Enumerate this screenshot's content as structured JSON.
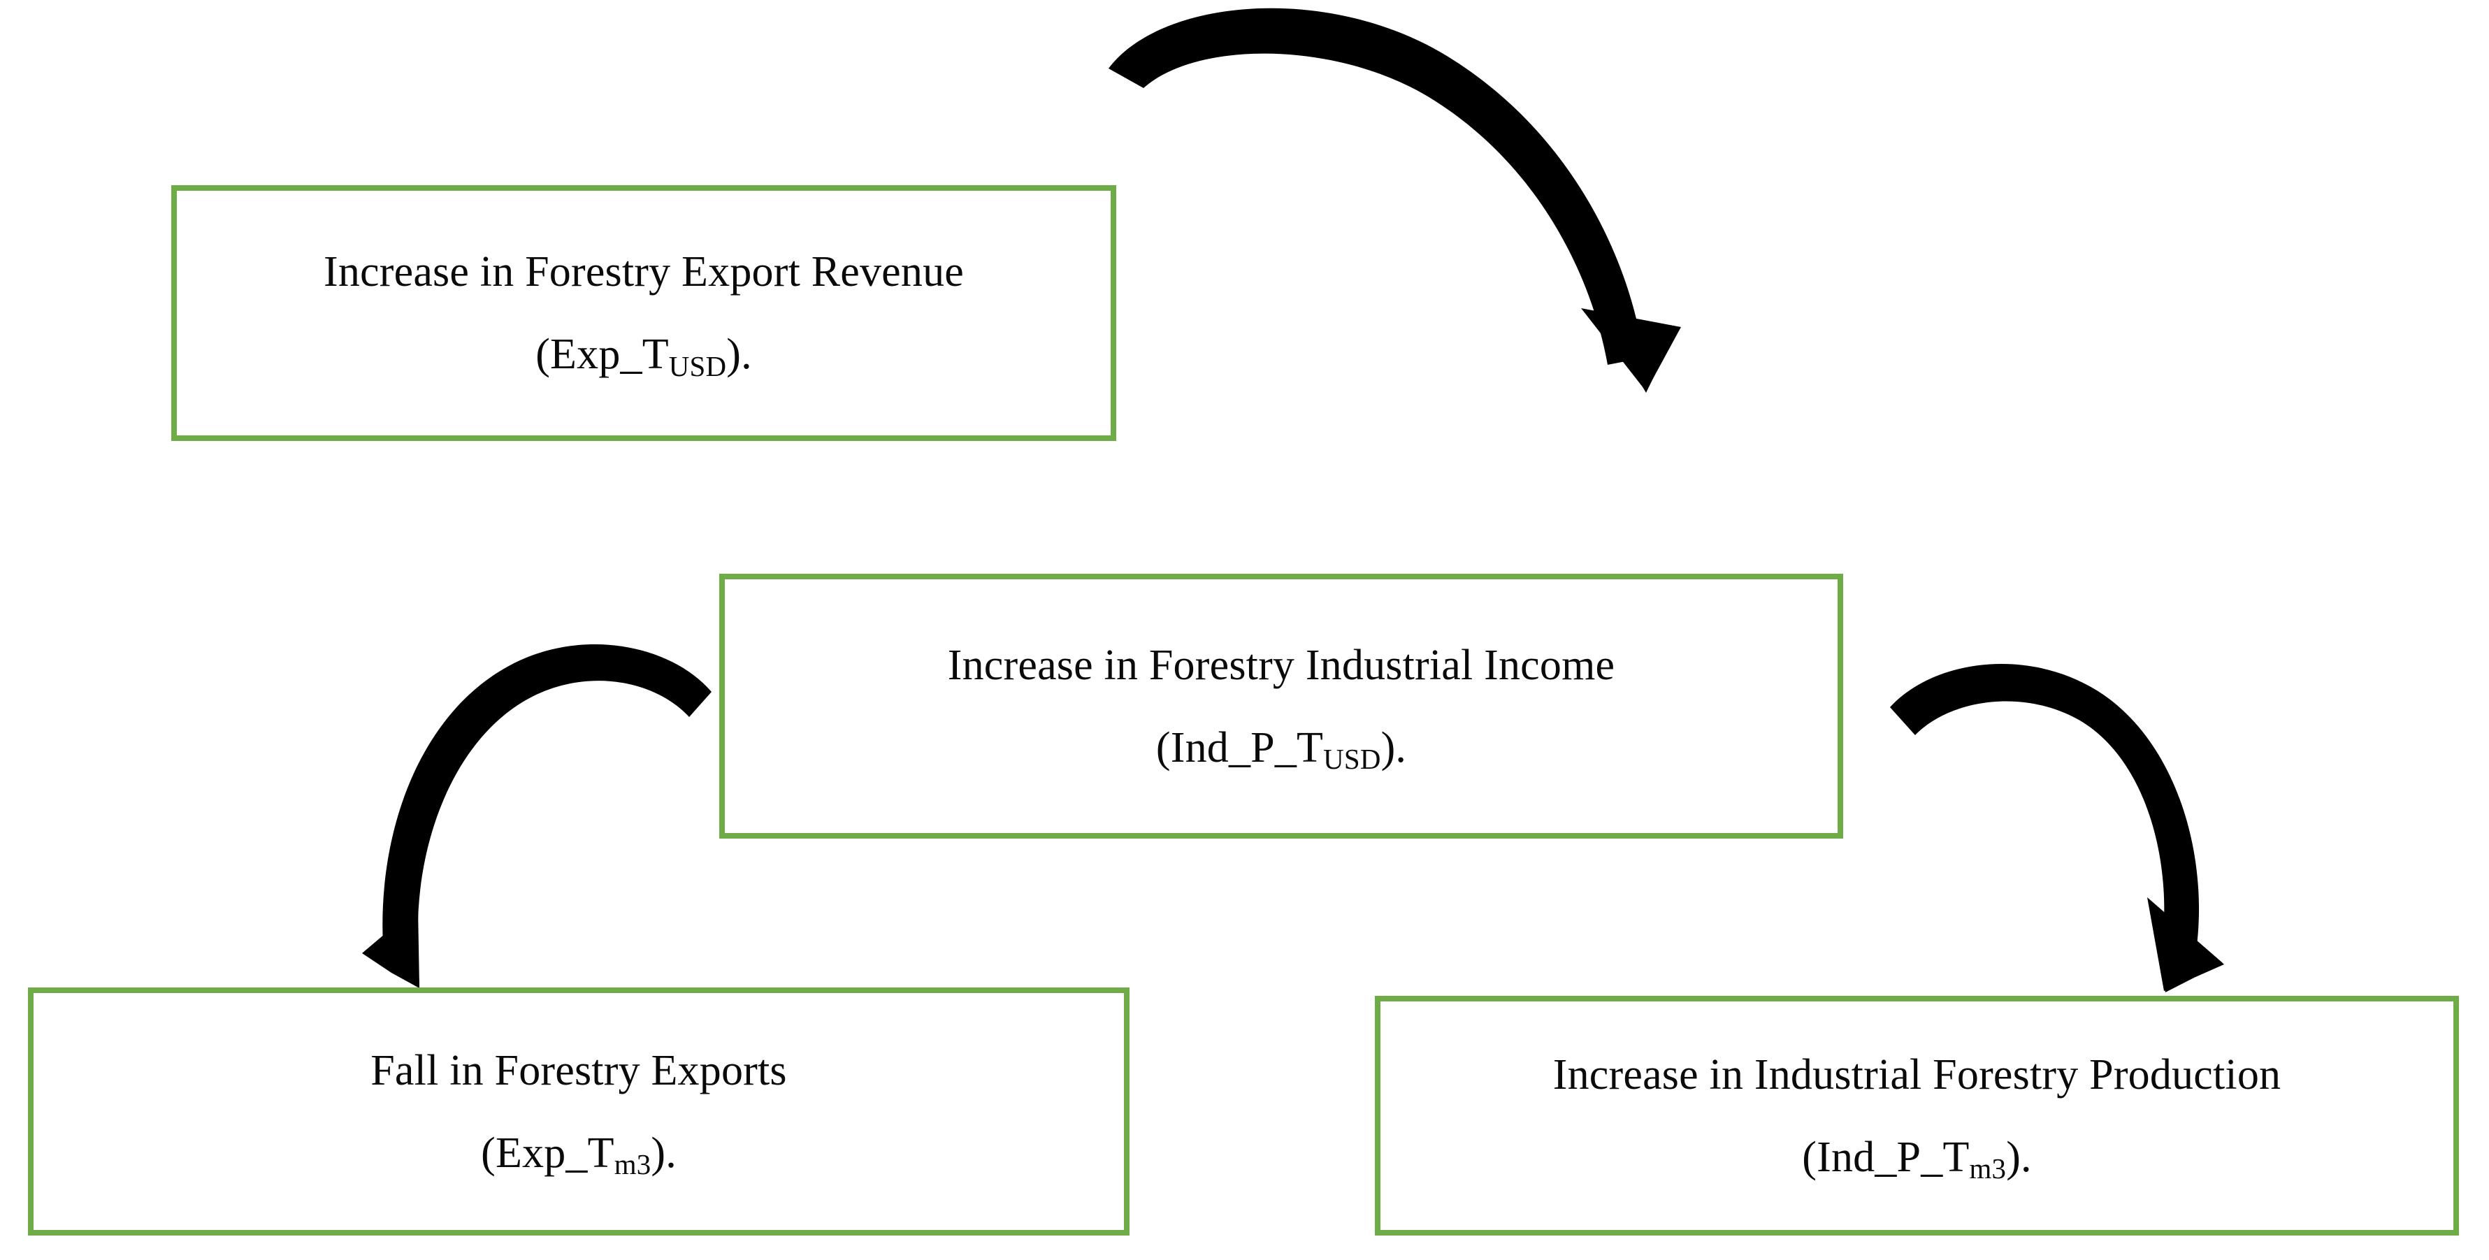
{
  "diagram": {
    "title": "Forestry export and industrial production feedback loop",
    "background_color": "#FFFFFF",
    "box_border_color": "#6FAB46",
    "box_fill_color": "#FFFFFF",
    "arrow_color": "#000000",
    "text_color": "#0A0A0A",
    "nodes": [
      {
        "id": "export-revenue",
        "title": "Increase in Forestry Export Revenue",
        "code_prefix": "(Exp_T",
        "code_subscript": "USD",
        "code_suffix": ")."
      },
      {
        "id": "industrial-income",
        "title": "Increase in Forestry Industrial Income",
        "code_prefix": "(Ind_P_T",
        "code_subscript": "USD",
        "code_suffix": ")."
      },
      {
        "id": "fall-exports",
        "title": "Fall in Forestry Exports",
        "code_prefix": "(Exp_T",
        "code_subscript": "m3",
        "code_suffix": ")."
      },
      {
        "id": "industrial-production",
        "title": "Increase in Industrial Forestry Production",
        "code_prefix": "(Ind_P_T",
        "code_subscript": "m3",
        "code_suffix": ")."
      }
    ],
    "arrows": [
      {
        "id": "export-revenue-to-industrial-income",
        "from": "export-revenue",
        "to": "industrial-income",
        "style": "curved-tapered",
        "direction": "clockwise"
      },
      {
        "id": "industrial-income-to-fall-exports",
        "from": "industrial-income",
        "to": "fall-exports",
        "style": "curved-tapered",
        "direction": "counter-clockwise"
      },
      {
        "id": "industrial-income-to-industrial-production",
        "from": "industrial-income",
        "to": "industrial-production",
        "style": "curved-tapered",
        "direction": "clockwise"
      }
    ]
  }
}
